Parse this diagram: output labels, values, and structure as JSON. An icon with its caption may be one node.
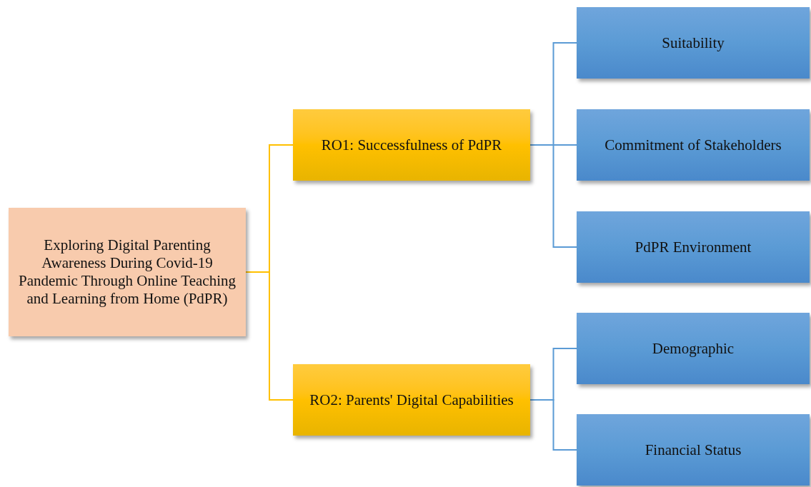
{
  "diagram": {
    "nodes": [
      {
        "text": [
          "Exploring Digital Parenting Awareness During Covid-19 Pandemic Through Online Teaching and Learning from Home (PdPR)"
        ]
      },
      {
        "text": [
          "RO1: Successfulness of PdPR"
        ]
      },
      {
        "text": [
          "RO2: Parents' Digital Capabilities"
        ]
      },
      {
        "text": [
          "Suitability"
        ]
      },
      {
        "text": [
          "Commitment of Stakeholders"
        ]
      },
      {
        "text": [
          "PdPR Environment"
        ]
      },
      {
        "text": [
          "Demographic"
        ]
      },
      {
        "text": [
          "Financial Status"
        ]
      }
    ],
    "edges": [
      {
        "from": 0,
        "to": 1,
        "arrow": "none",
        "color": "#ffc000"
      },
      {
        "from": 0,
        "to": 2,
        "arrow": "none",
        "color": "#ffc000"
      },
      {
        "from": 1,
        "to": 3,
        "arrow": "none"
      },
      {
        "from": 1,
        "to": 4,
        "arrow": "none"
      },
      {
        "from": 1,
        "to": 5,
        "arrow": "none"
      },
      {
        "from": 2,
        "to": 6,
        "arrow": "none"
      },
      {
        "from": 2,
        "to": 7,
        "arrow": "none"
      }
    ]
  }
}
